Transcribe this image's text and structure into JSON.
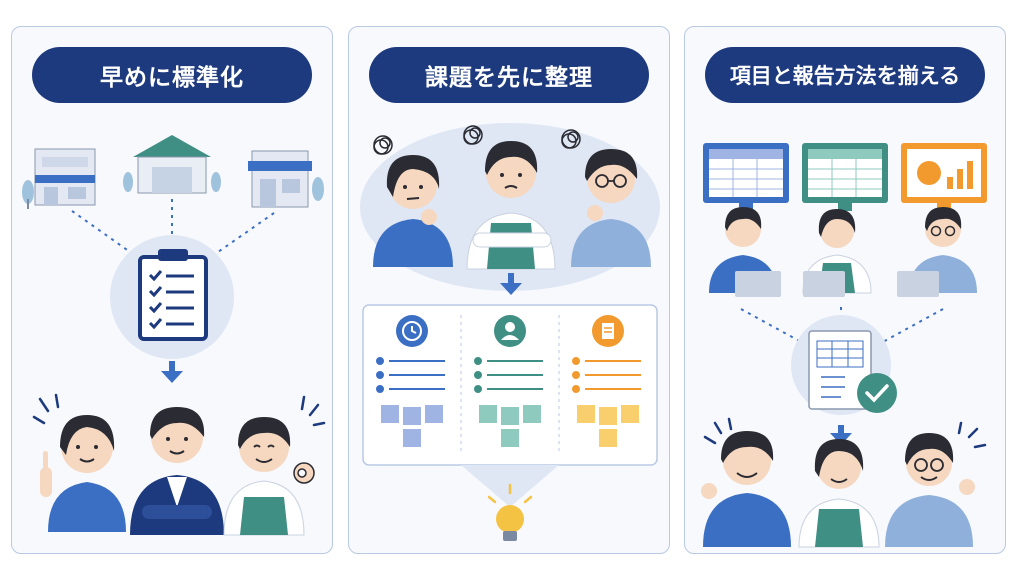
{
  "panels": [
    {
      "title": "早めに標準化"
    },
    {
      "title": "課題を先に整理"
    },
    {
      "title": "項目と報告方法を揃える"
    }
  ],
  "colors": {
    "navy": "#1e3a7e",
    "blue": "#3b6fc4",
    "teal": "#3f8f85",
    "orange": "#f29a2e",
    "yellow": "#f5c344",
    "skin": "#f6d7bf",
    "hair": "#2b2b33"
  }
}
